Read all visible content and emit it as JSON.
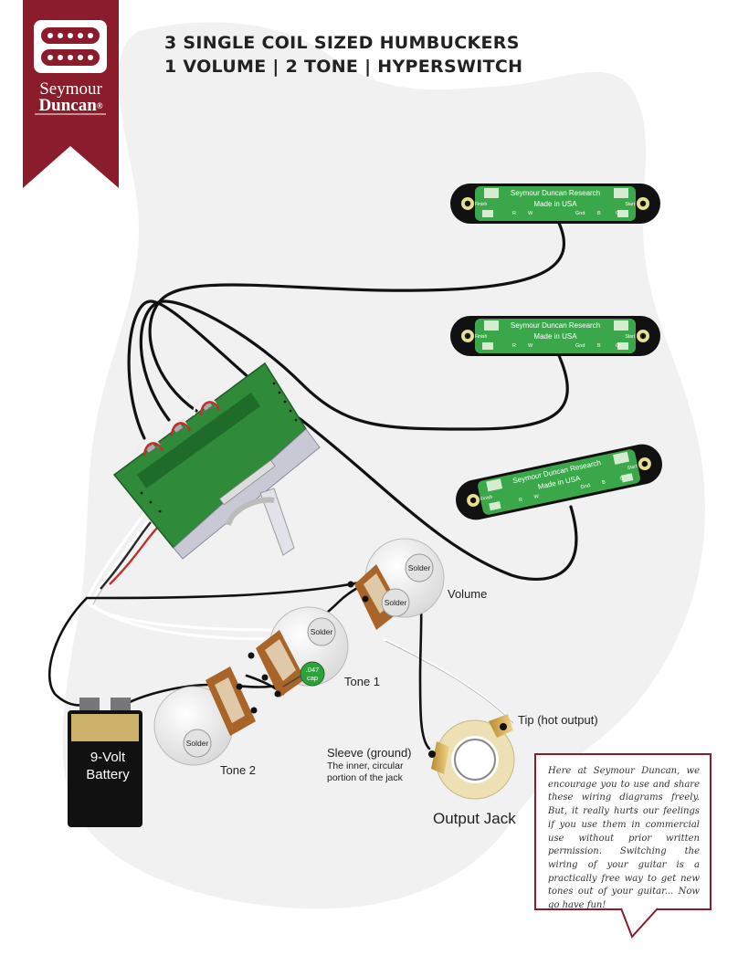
{
  "title_line1": "3 SINGLE COIL SIZED HUMBUCKERS",
  "title_line2": "1 VOLUME | 2 TONE | HYPERSWITCH",
  "brand": {
    "line1": "Seymour",
    "line2": "Duncan",
    "mark": "®",
    "color": "#8a1c2b"
  },
  "pickup": {
    "maker": "Seymour Duncan Research",
    "origin": "Made in USA",
    "lead_finish": "Finish",
    "lead_start": "Start",
    "terminals": [
      "R",
      "W",
      "Gnd",
      "B",
      "G"
    ]
  },
  "pots": {
    "solder": "Solder"
  },
  "labels": {
    "volume": "Volume",
    "tone1": "Tone 1",
    "tone2": "Tone 2",
    "tip": "Tip (hot output)",
    "sleeve": "Sleeve (ground)",
    "sleeve_desc1": "The inner, circular",
    "sleeve_desc2": "portion of the jack",
    "output_jack": "Output Jack"
  },
  "cap": {
    "line1": ".047",
    "line2": "cap"
  },
  "battery": {
    "line1": "9-Volt",
    "line2": "Battery"
  },
  "note": "Here at Seymour Duncan, we encourage you to use and share these wiring diagrams freely. But, it really hurts our feelings if you use them in commercial use without prior written permission. Switching the wiring of your guitar is a practically free way to get new tones out of your guitar... Now go have fun!"
}
